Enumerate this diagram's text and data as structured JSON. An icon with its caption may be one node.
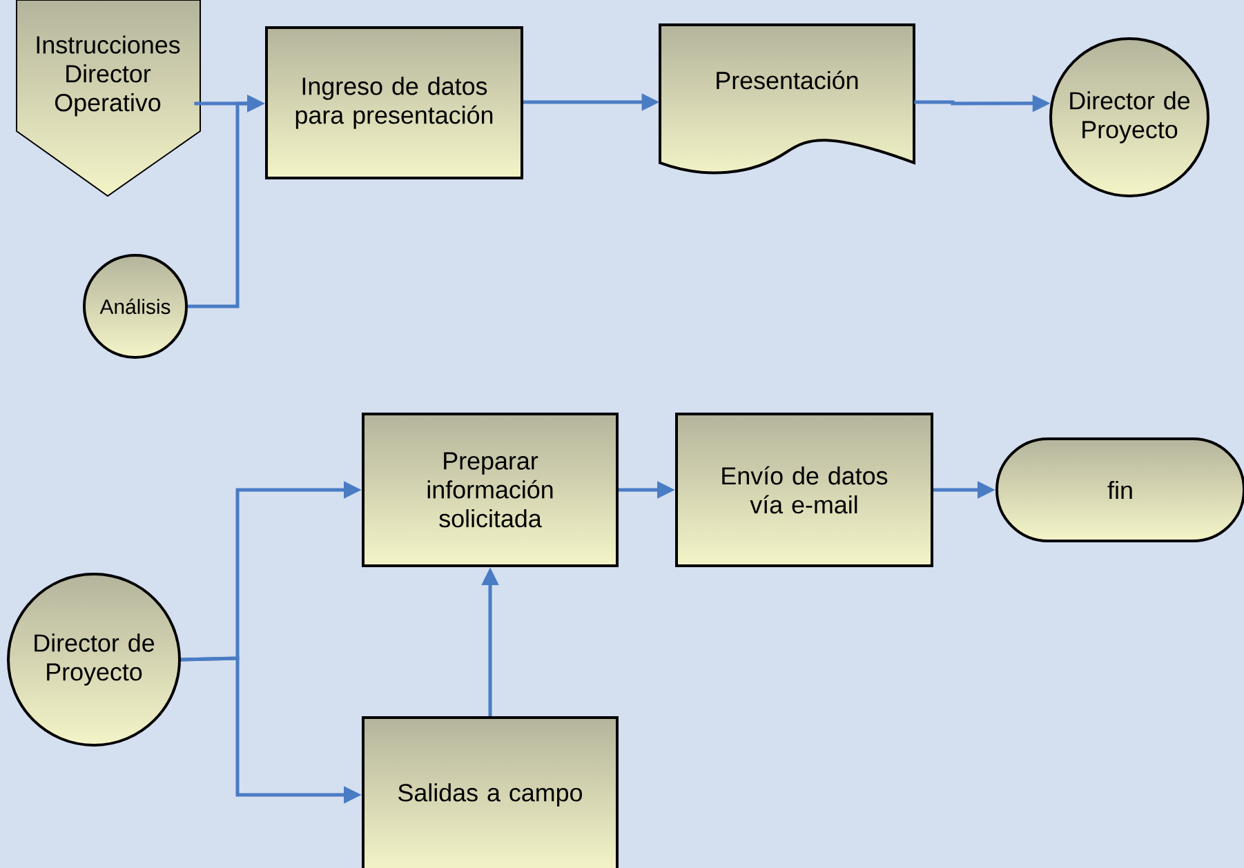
{
  "diagram": {
    "nodes": [
      {
        "text": [
          "Instrucciones Director Operativo"
        ]
      },
      {
        "text": [
          "Análisis"
        ]
      },
      {
        "text": [
          "Ingreso de datos para presentación"
        ]
      },
      {
        "text": [
          "Presentación"
        ]
      },
      {
        "text": [
          "Director de Proyecto"
        ]
      },
      {
        "text": [
          "Preparar información solicitada"
        ]
      },
      {
        "text": [
          "Envío de datos vía e-mail"
        ]
      },
      {
        "text": [
          "fin"
        ]
      },
      {
        "text": [
          "Director de Proyecto"
        ]
      },
      {
        "text": [
          "Salidas a campo"
        ]
      }
    ],
    "edges": [
      {
        "from": 0,
        "to": 2,
        "arrow": "to"
      },
      {
        "from": 1,
        "to": 2,
        "arrow": "to"
      },
      {
        "from": 2,
        "to": 3,
        "arrow": "to"
      },
      {
        "from": 3,
        "to": 4,
        "arrow": "to"
      },
      {
        "from": 5,
        "to": 6,
        "arrow": "to"
      },
      {
        "from": 6,
        "to": 7,
        "arrow": "to"
      },
      {
        "from": 8,
        "to": 5,
        "arrow": "to"
      },
      {
        "from": 8,
        "to": 9,
        "arrow": "to"
      },
      {
        "from": 9,
        "to": 5,
        "arrow": "to"
      }
    ]
  }
}
